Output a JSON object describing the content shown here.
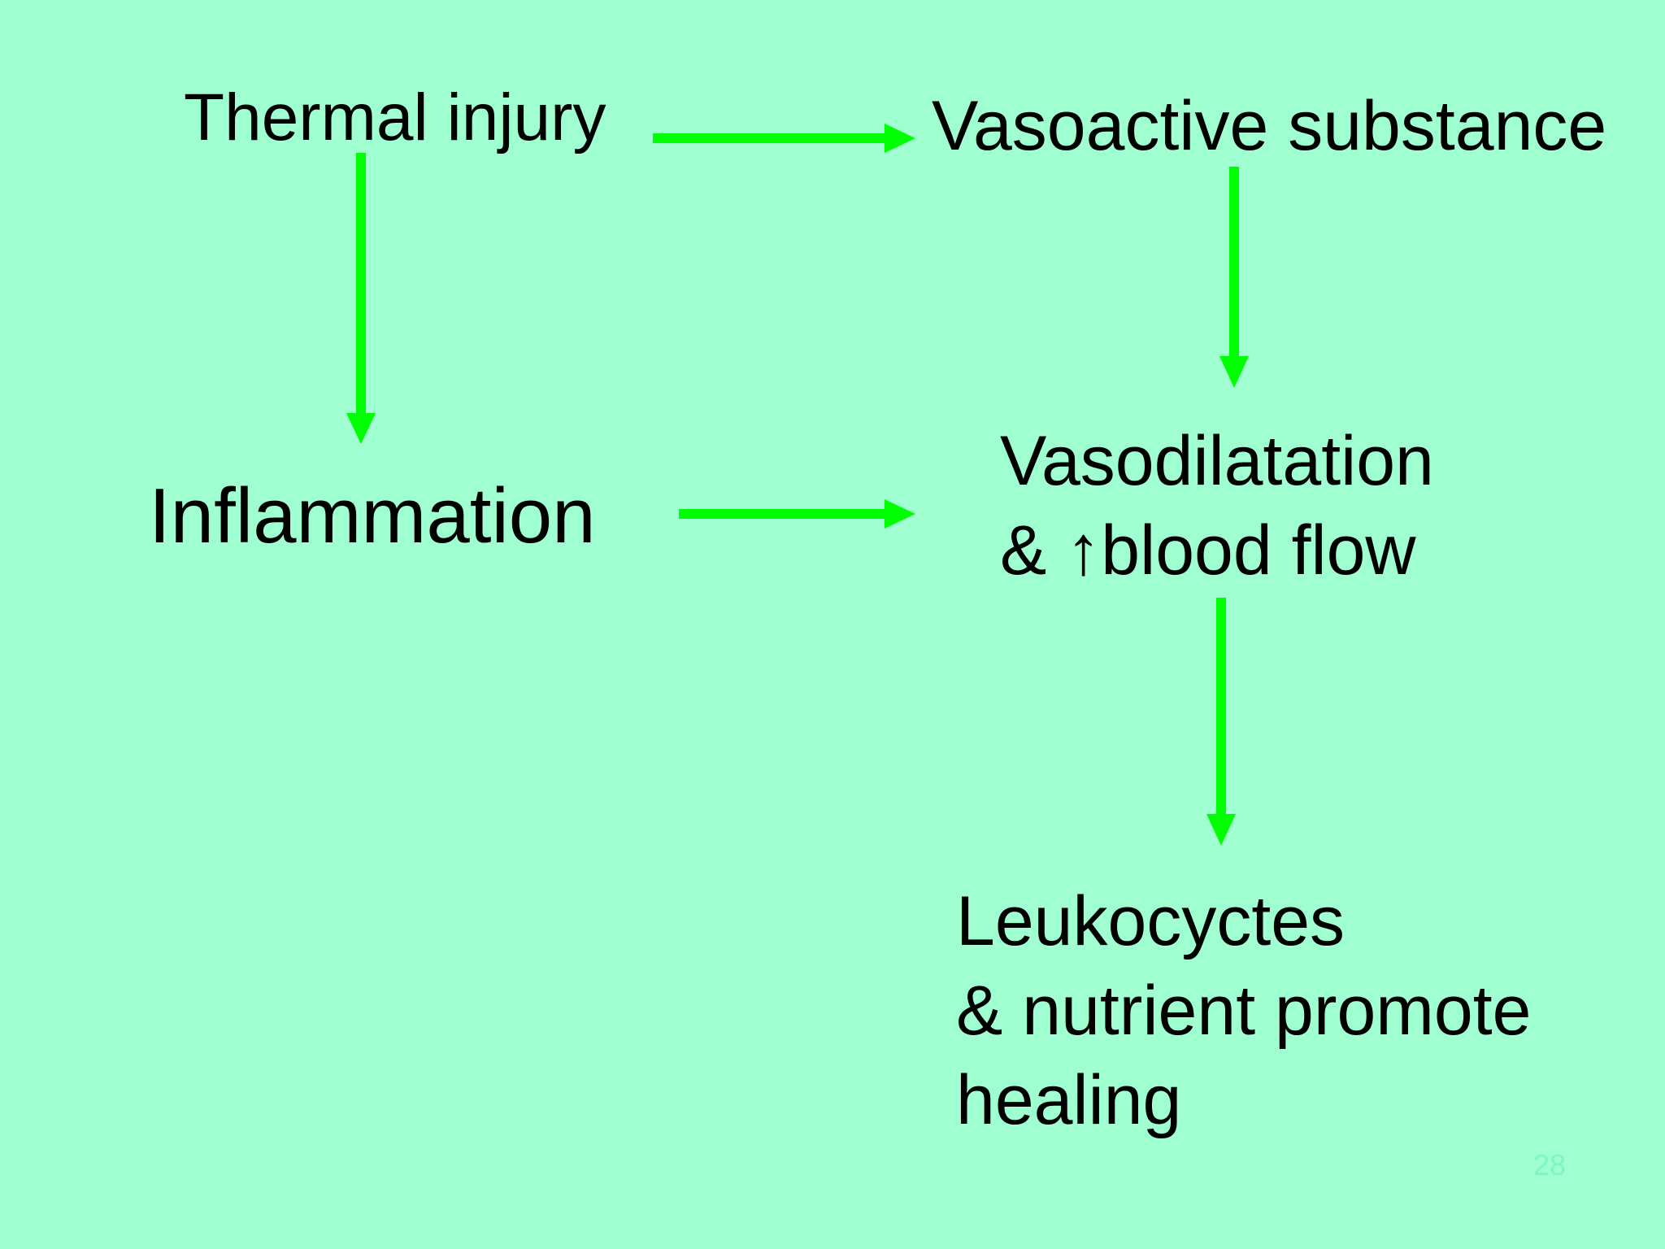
{
  "slide": {
    "background_color": "#9fffd0",
    "arrow_color": "#00ff00",
    "text_color": "#000000",
    "number_color": "#7ef5c4",
    "page_number": "28"
  },
  "nodes": {
    "thermal_injury": "Thermal injury",
    "vasoactive_substance": "Vasoactive substance",
    "inflammation": "Inflammation",
    "vasodilatation": [
      "Vasodilatation",
      "& ↑blood flow"
    ],
    "leukocytes": [
      "Leukocyctes",
      "& nutrient promote",
      "healing"
    ]
  },
  "edges": [
    {
      "from": "Thermal injury",
      "to": "Vasoactive substance"
    },
    {
      "from": "Thermal injury",
      "to": "Inflammation"
    },
    {
      "from": "Vasoactive substance",
      "to": "Vasodilatation"
    },
    {
      "from": "Inflammation",
      "to": "Vasodilatation"
    },
    {
      "from": "Vasodilatation",
      "to": "Leukocyctes"
    }
  ]
}
